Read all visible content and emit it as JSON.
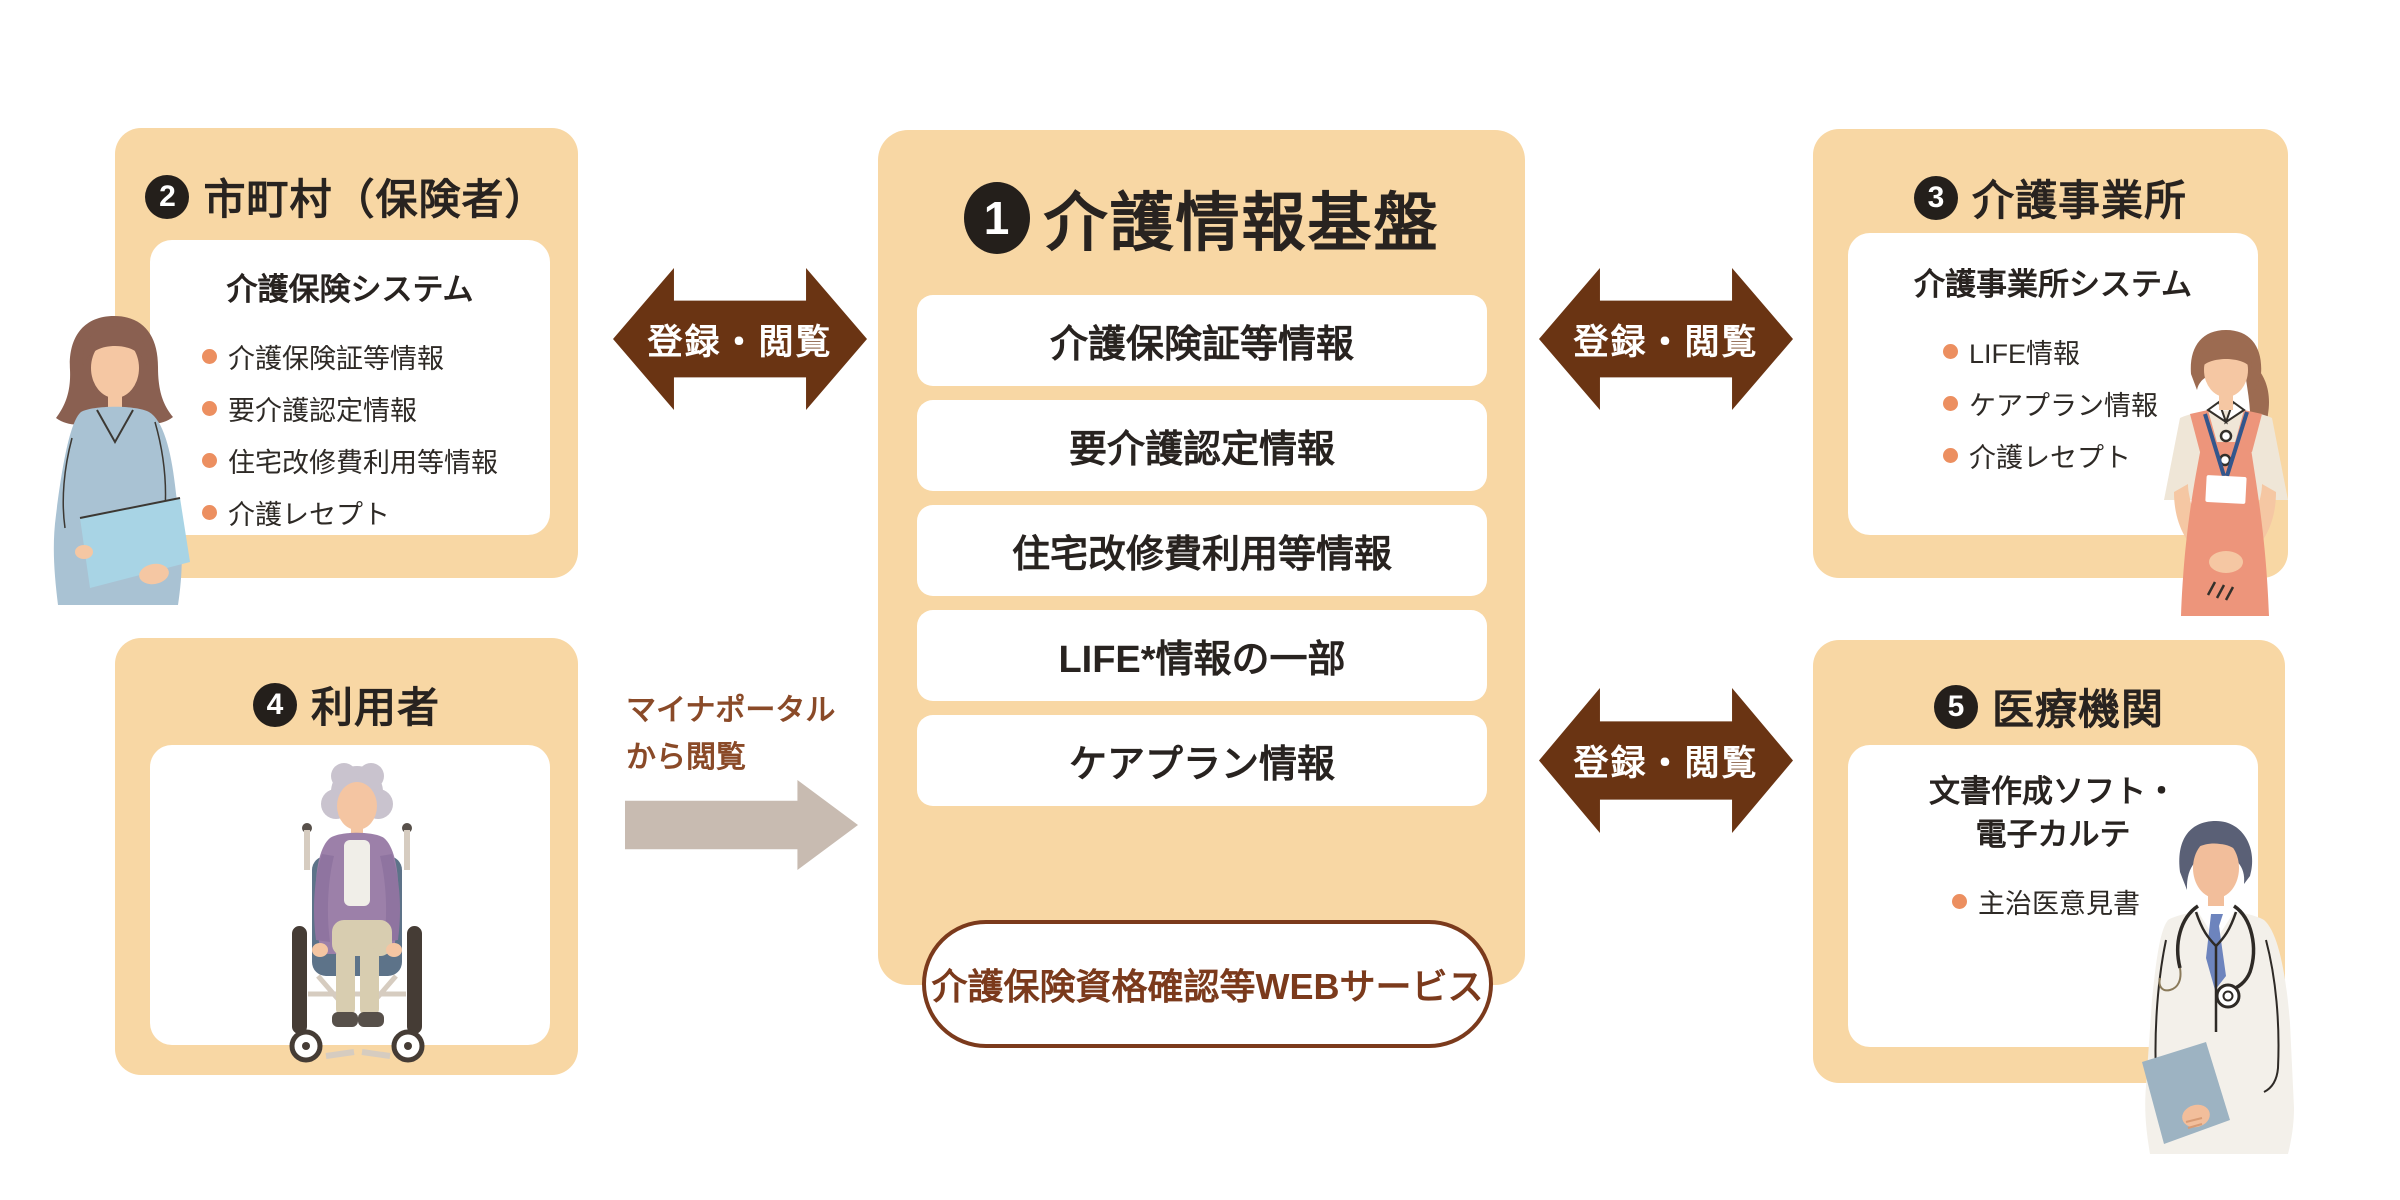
{
  "palette": {
    "panel_bg": "#F8D7A4",
    "card_bg": "#FFFFFF",
    "arrow_brown": "#6A3413",
    "pill_brown": "#7B3A1C",
    "myna_brown": "#8A4A28",
    "bullet_dot": "#EC8F60",
    "text_dark": "#282320",
    "gray_arrow": "#C8BBB1"
  },
  "center_panel": {
    "badge": "1",
    "title": "介護情報基盤",
    "rows": [
      "介護保険証等情報",
      "要介護認定情報",
      "住宅改修費利用等情報",
      "LIFE*情報の一部",
      "ケアプラン情報"
    ],
    "pill": "介護保険資格確認等WEBサービス"
  },
  "municipality_panel": {
    "badge": "2",
    "title": "市町村（保険者）",
    "system_title": "介護保険システム",
    "items": [
      "介護保険証等情報",
      "要介護認定情報",
      "住宅改修費利用等情報",
      "介護レセプト"
    ],
    "illustration": "office-woman"
  },
  "care_office_panel": {
    "badge": "3",
    "title": "介護事業所",
    "system_title": "介護事業所システム",
    "items": [
      "LIFE情報",
      "ケアプラン情報",
      "介護レセプト"
    ],
    "illustration": "caregiver-woman"
  },
  "user_panel": {
    "badge": "4",
    "title": "利用者",
    "illustration": "elderly-woman-wheelchair"
  },
  "medical_panel": {
    "badge": "5",
    "title": "医療機関",
    "system_title_line1": "文書作成ソフト・",
    "system_title_line2": "電子カルテ",
    "items": [
      "主治医意見書"
    ],
    "illustration": "doctor"
  },
  "arrows": {
    "register_view": "登録・閲覧",
    "myna_line1": "マイナポータル",
    "myna_line2": "から閲覧"
  }
}
